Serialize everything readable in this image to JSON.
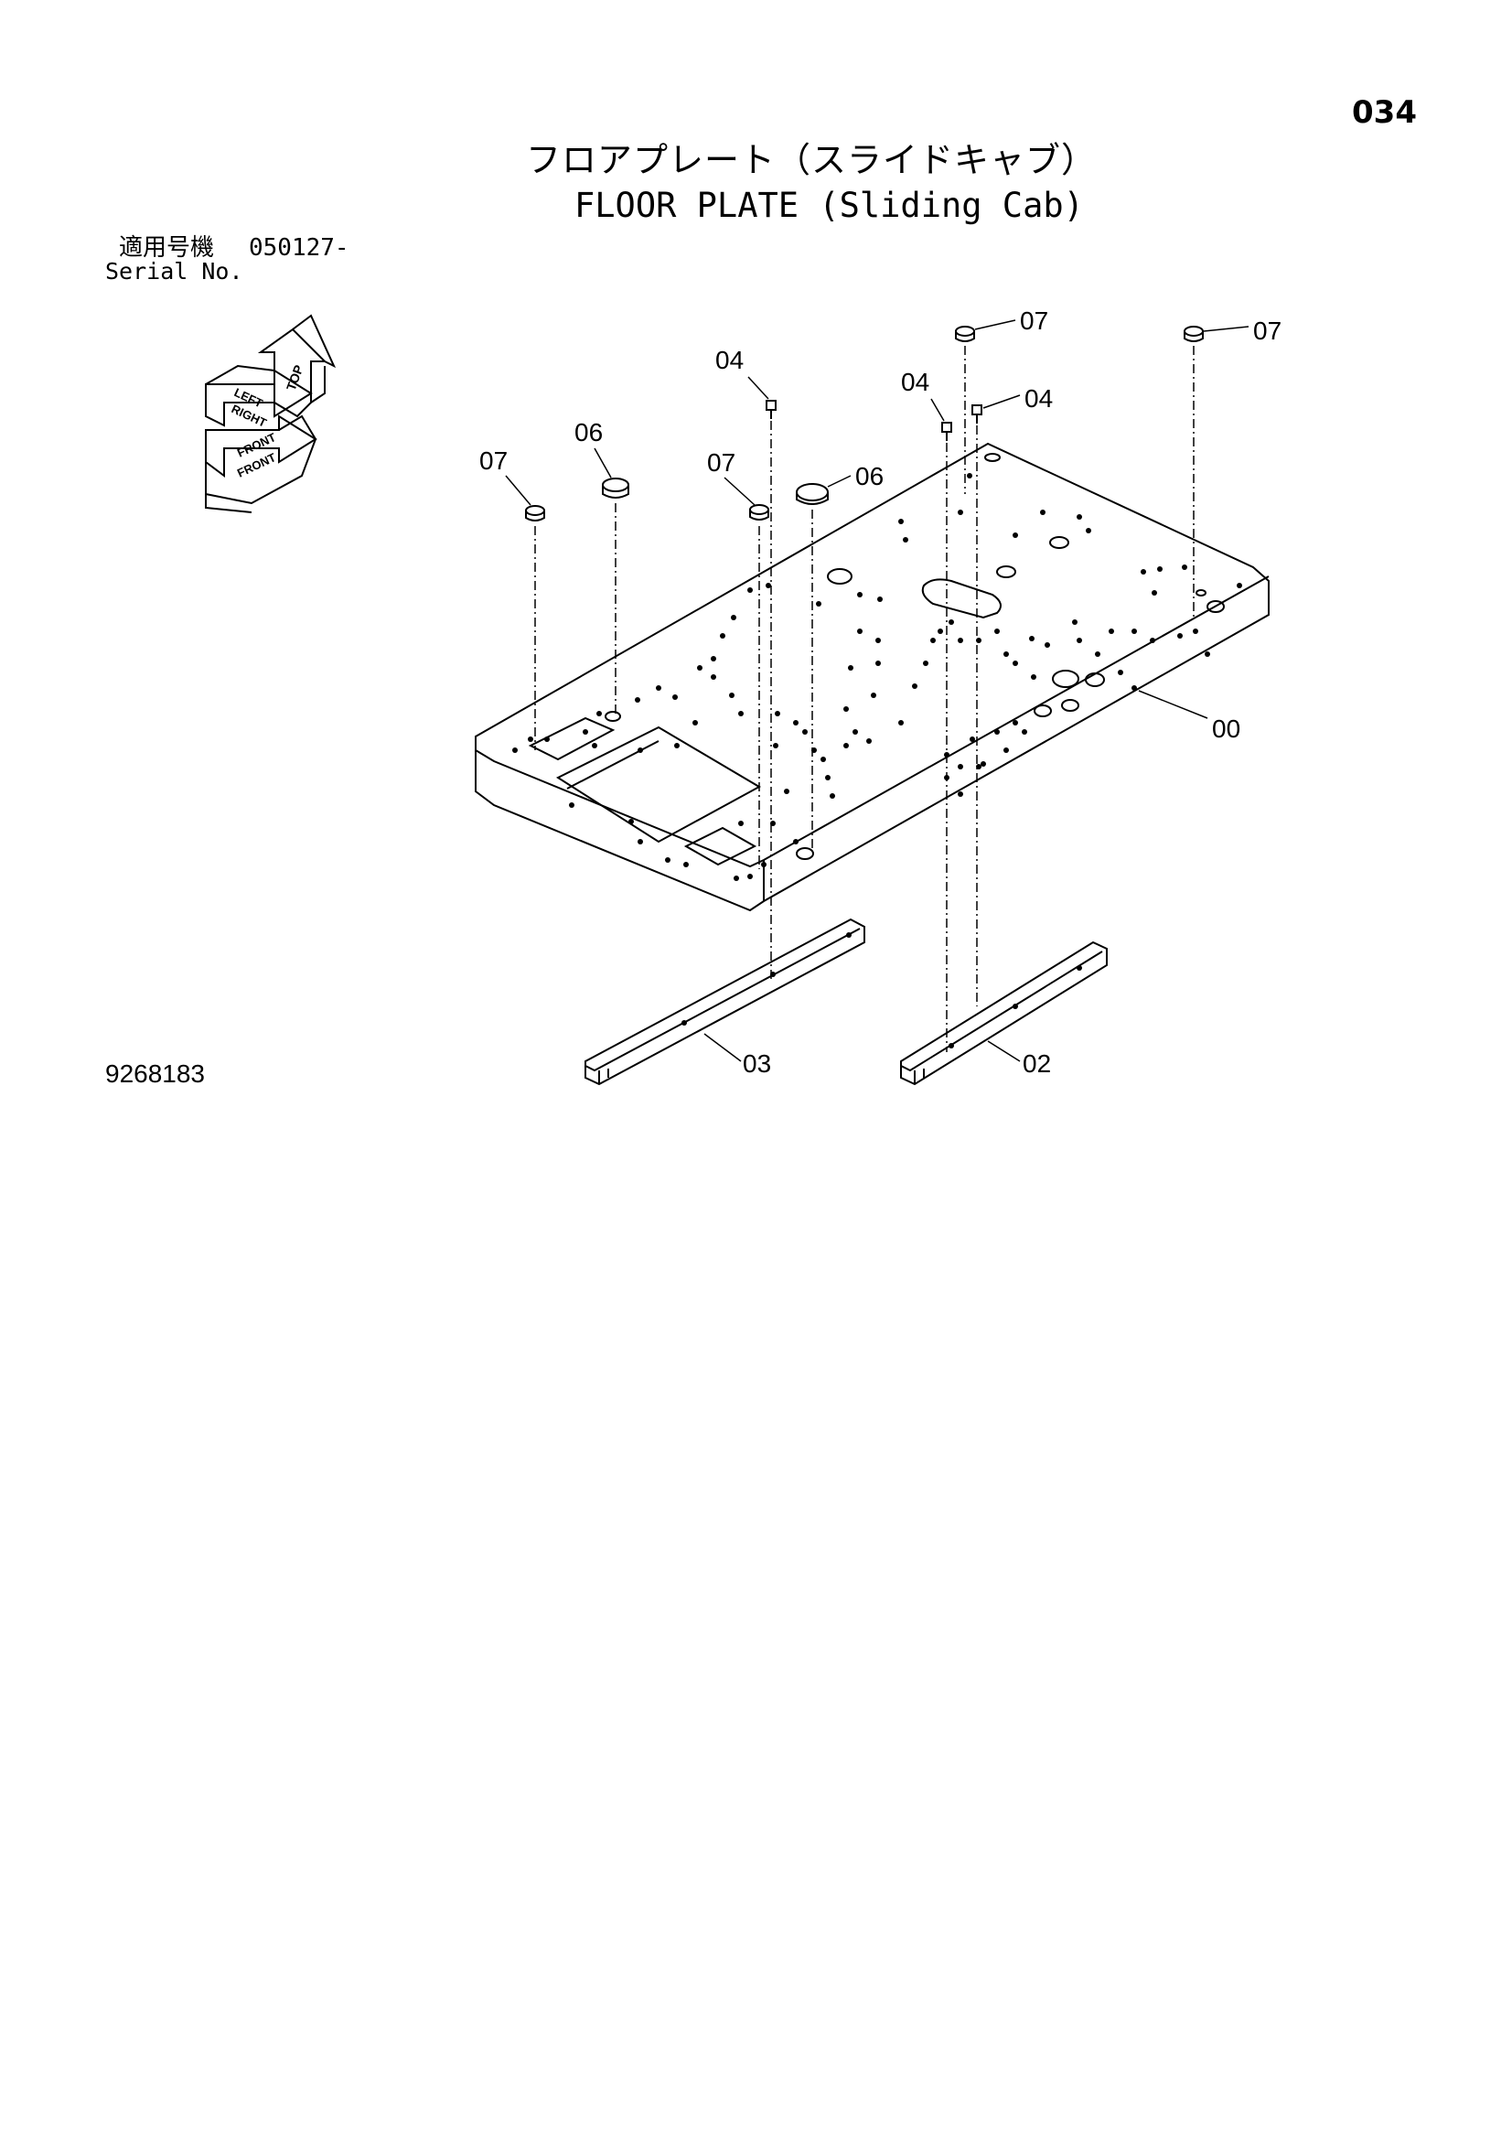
{
  "page_number": "034",
  "title_jp": "フロアプレート（スライドキャブ）",
  "title_en": "FLOOR PLATE (Sliding Cab)",
  "serial": {
    "label_jp": "適用号機",
    "value": "050127-",
    "label_en": "Serial No."
  },
  "drawing_number": "9268183",
  "orientation": {
    "top": "TOP",
    "left": "LEFT",
    "right": "RIGHT",
    "front": "FRONT"
  },
  "callouts": {
    "c00": "00",
    "c02": "02",
    "c03": "03",
    "c04a": "04",
    "c04b": "04",
    "c04c": "04",
    "c06a": "06",
    "c06b": "06",
    "c07a": "07",
    "c07b": "07",
    "c07c": "07",
    "c07d": "07"
  }
}
